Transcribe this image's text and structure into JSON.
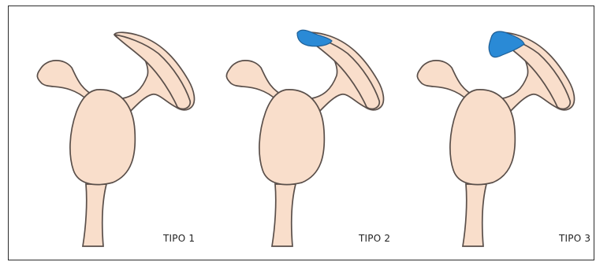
{
  "labels": {
    "tipo1": "TIPO 1",
    "tipo2": "TIPO 2",
    "tipo3": "TIPO 3"
  },
  "colors": {
    "bone": "#f9decb",
    "outline": "#5a4f4a",
    "spur": "#2a8ad6"
  },
  "panels": [
    {
      "label": "TIPO 1",
      "spur": "none"
    },
    {
      "label": "TIPO 2",
      "spur": "curved"
    },
    {
      "label": "TIPO 3",
      "spur": "hooked"
    }
  ]
}
